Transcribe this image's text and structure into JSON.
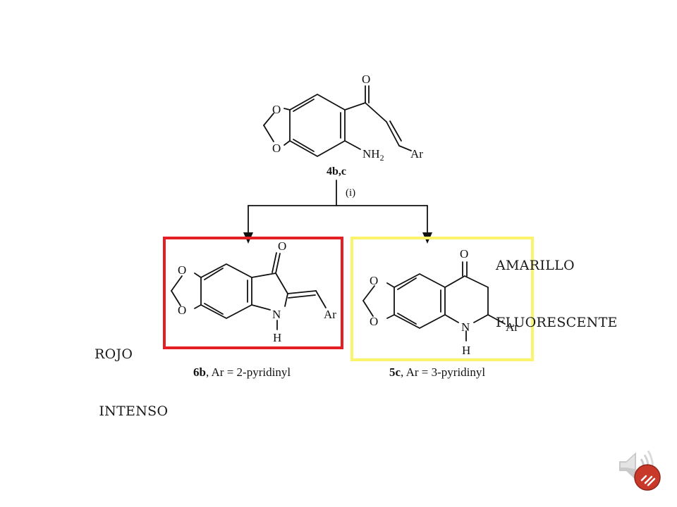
{
  "compounds": {
    "start": {
      "name": "4b,c",
      "reagent": "(i)",
      "atoms": {
        "O_top": "O",
        "O_r1": "O",
        "O_r2": "O",
        "amine": "NH",
        "amine_sub": "2",
        "aryl": "Ar"
      }
    },
    "left": {
      "name_bold": "6b",
      "name_rest": ", Ar = 2-pyridinyl",
      "atoms": {
        "O_top": "O",
        "O_r1": "O",
        "O_r2": "O",
        "N": "N",
        "H": "H",
        "aryl": "Ar"
      }
    },
    "right": {
      "name_bold": "5c",
      "name_rest": ", Ar = 3-pyridinyl",
      "atoms": {
        "O_top": "O",
        "O_r1": "O",
        "O_r2": "O",
        "N": "N",
        "H": "H",
        "aryl": "Ar"
      }
    }
  },
  "annotations": {
    "left_line1": "ROJO",
    "left_line2": " INTENSO",
    "right_line1": "AMARILLO",
    "right_line2": "FLUORESCENTE"
  },
  "highlight_colors": {
    "left_box": "#e31e24",
    "right_box": "#fbf36a"
  },
  "icons": {
    "audio": "speaker-icon"
  }
}
